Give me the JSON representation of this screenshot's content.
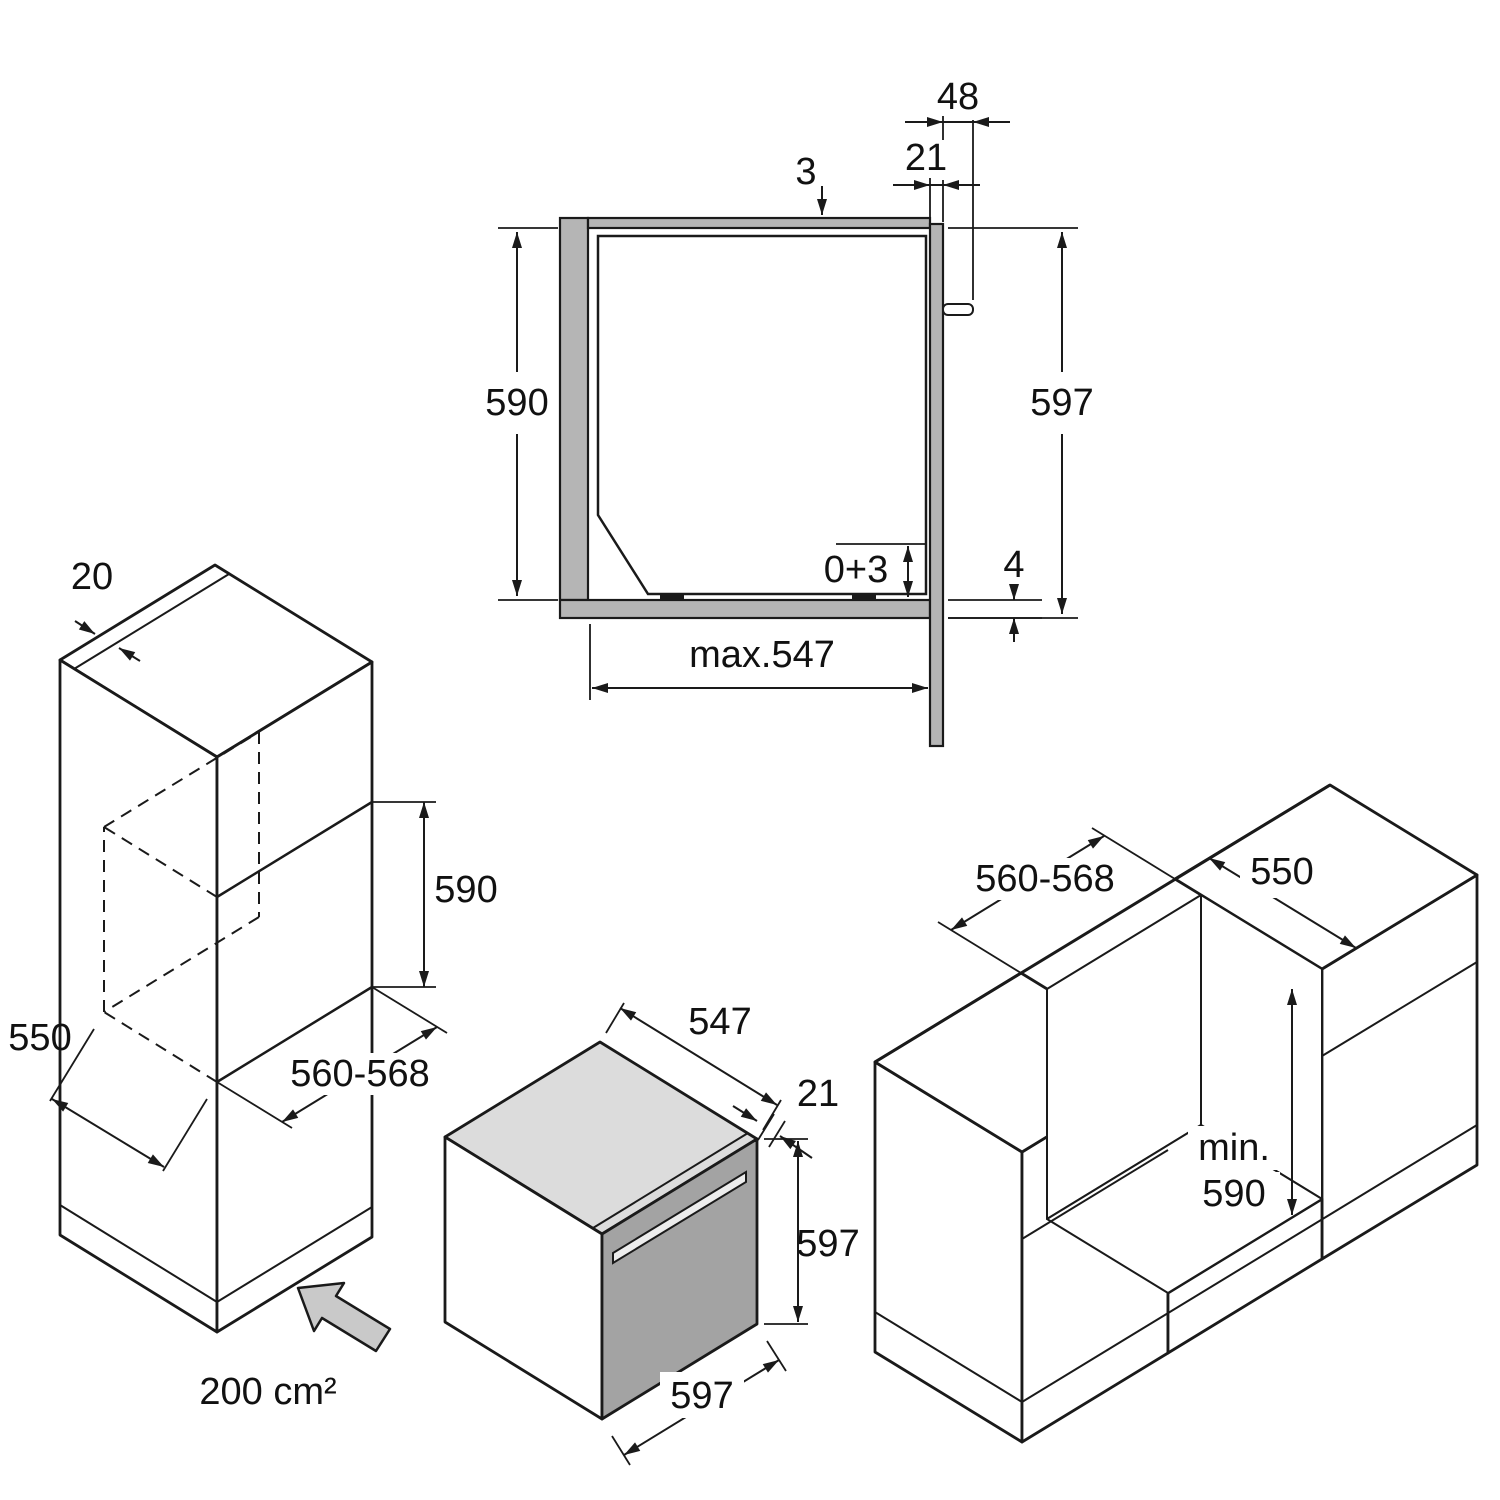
{
  "diagram": {
    "kind": "built-in oven installation dimension drawing",
    "colors": {
      "line": "#1a1a1a",
      "panel_gray": "#b5b5b5",
      "oven_top_gray": "#dcdcdc",
      "door_gray": "#a3a3a3",
      "arrow_gray": "#c9c9c9"
    },
    "cross_section": {
      "top_panel": "3",
      "handle_depth": "48",
      "door_overhang": "21",
      "niche_height": "590",
      "oven_height": "597",
      "leveling": "0+3",
      "bottom_gap": "4",
      "max_depth": "max.547"
    },
    "tall_cabinet": {
      "rear_gap": "20",
      "niche_height": "590",
      "depth": "550",
      "niche_width": "560-568"
    },
    "oven": {
      "depth": "547",
      "door_thickness": "21",
      "height": "597",
      "width": "597",
      "vent_area": "200 cm²"
    },
    "base_cabinet": {
      "niche_width": "560-568",
      "depth": "550",
      "min_label": "min.",
      "min_value": "590"
    }
  }
}
